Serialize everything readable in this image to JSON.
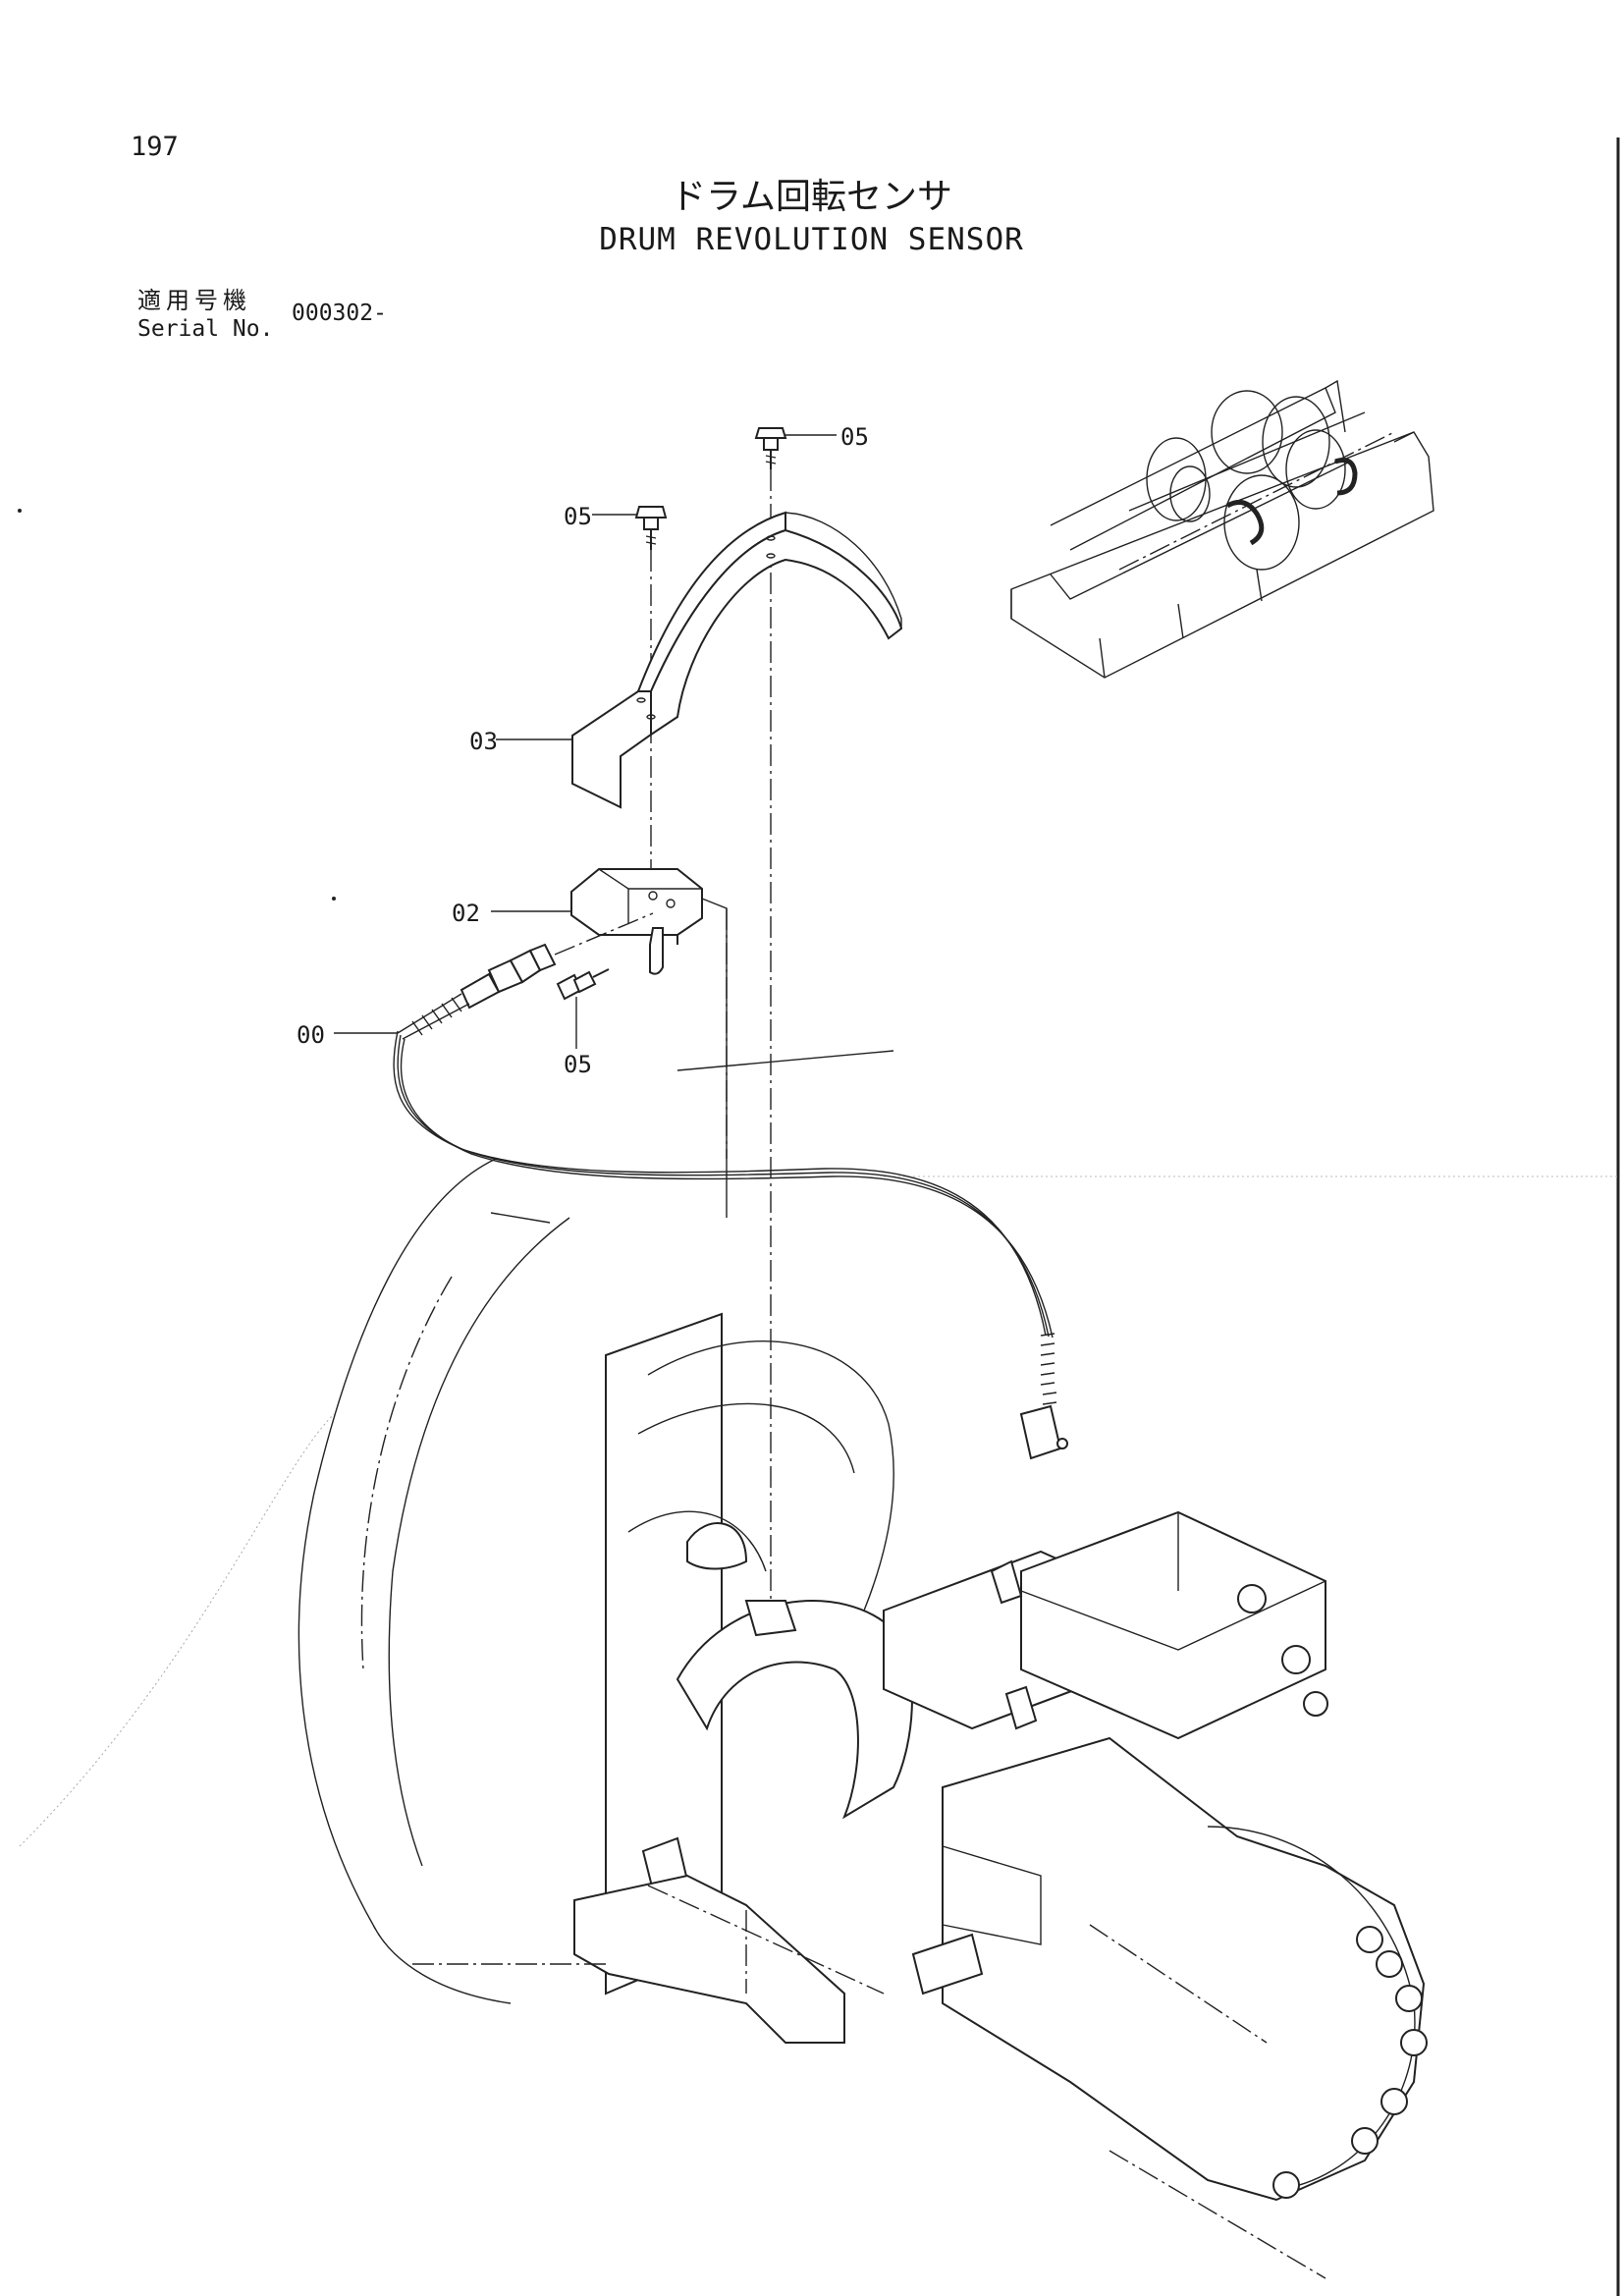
{
  "header": {
    "page_number": "197",
    "title_ja": "ドラム回転センサ",
    "title_en": "DRUM REVOLUTION SENSOR",
    "serial_label_ja": "適用号機",
    "serial_label_en": "Serial No.",
    "serial_value": "000302-"
  },
  "callouts": {
    "c05_top": "05",
    "c05_left": "05",
    "c03": "03",
    "c02": "02",
    "c05_bottom": "05",
    "c00": "00"
  },
  "colors": {
    "line": "#222222",
    "background": "#ffffff"
  }
}
